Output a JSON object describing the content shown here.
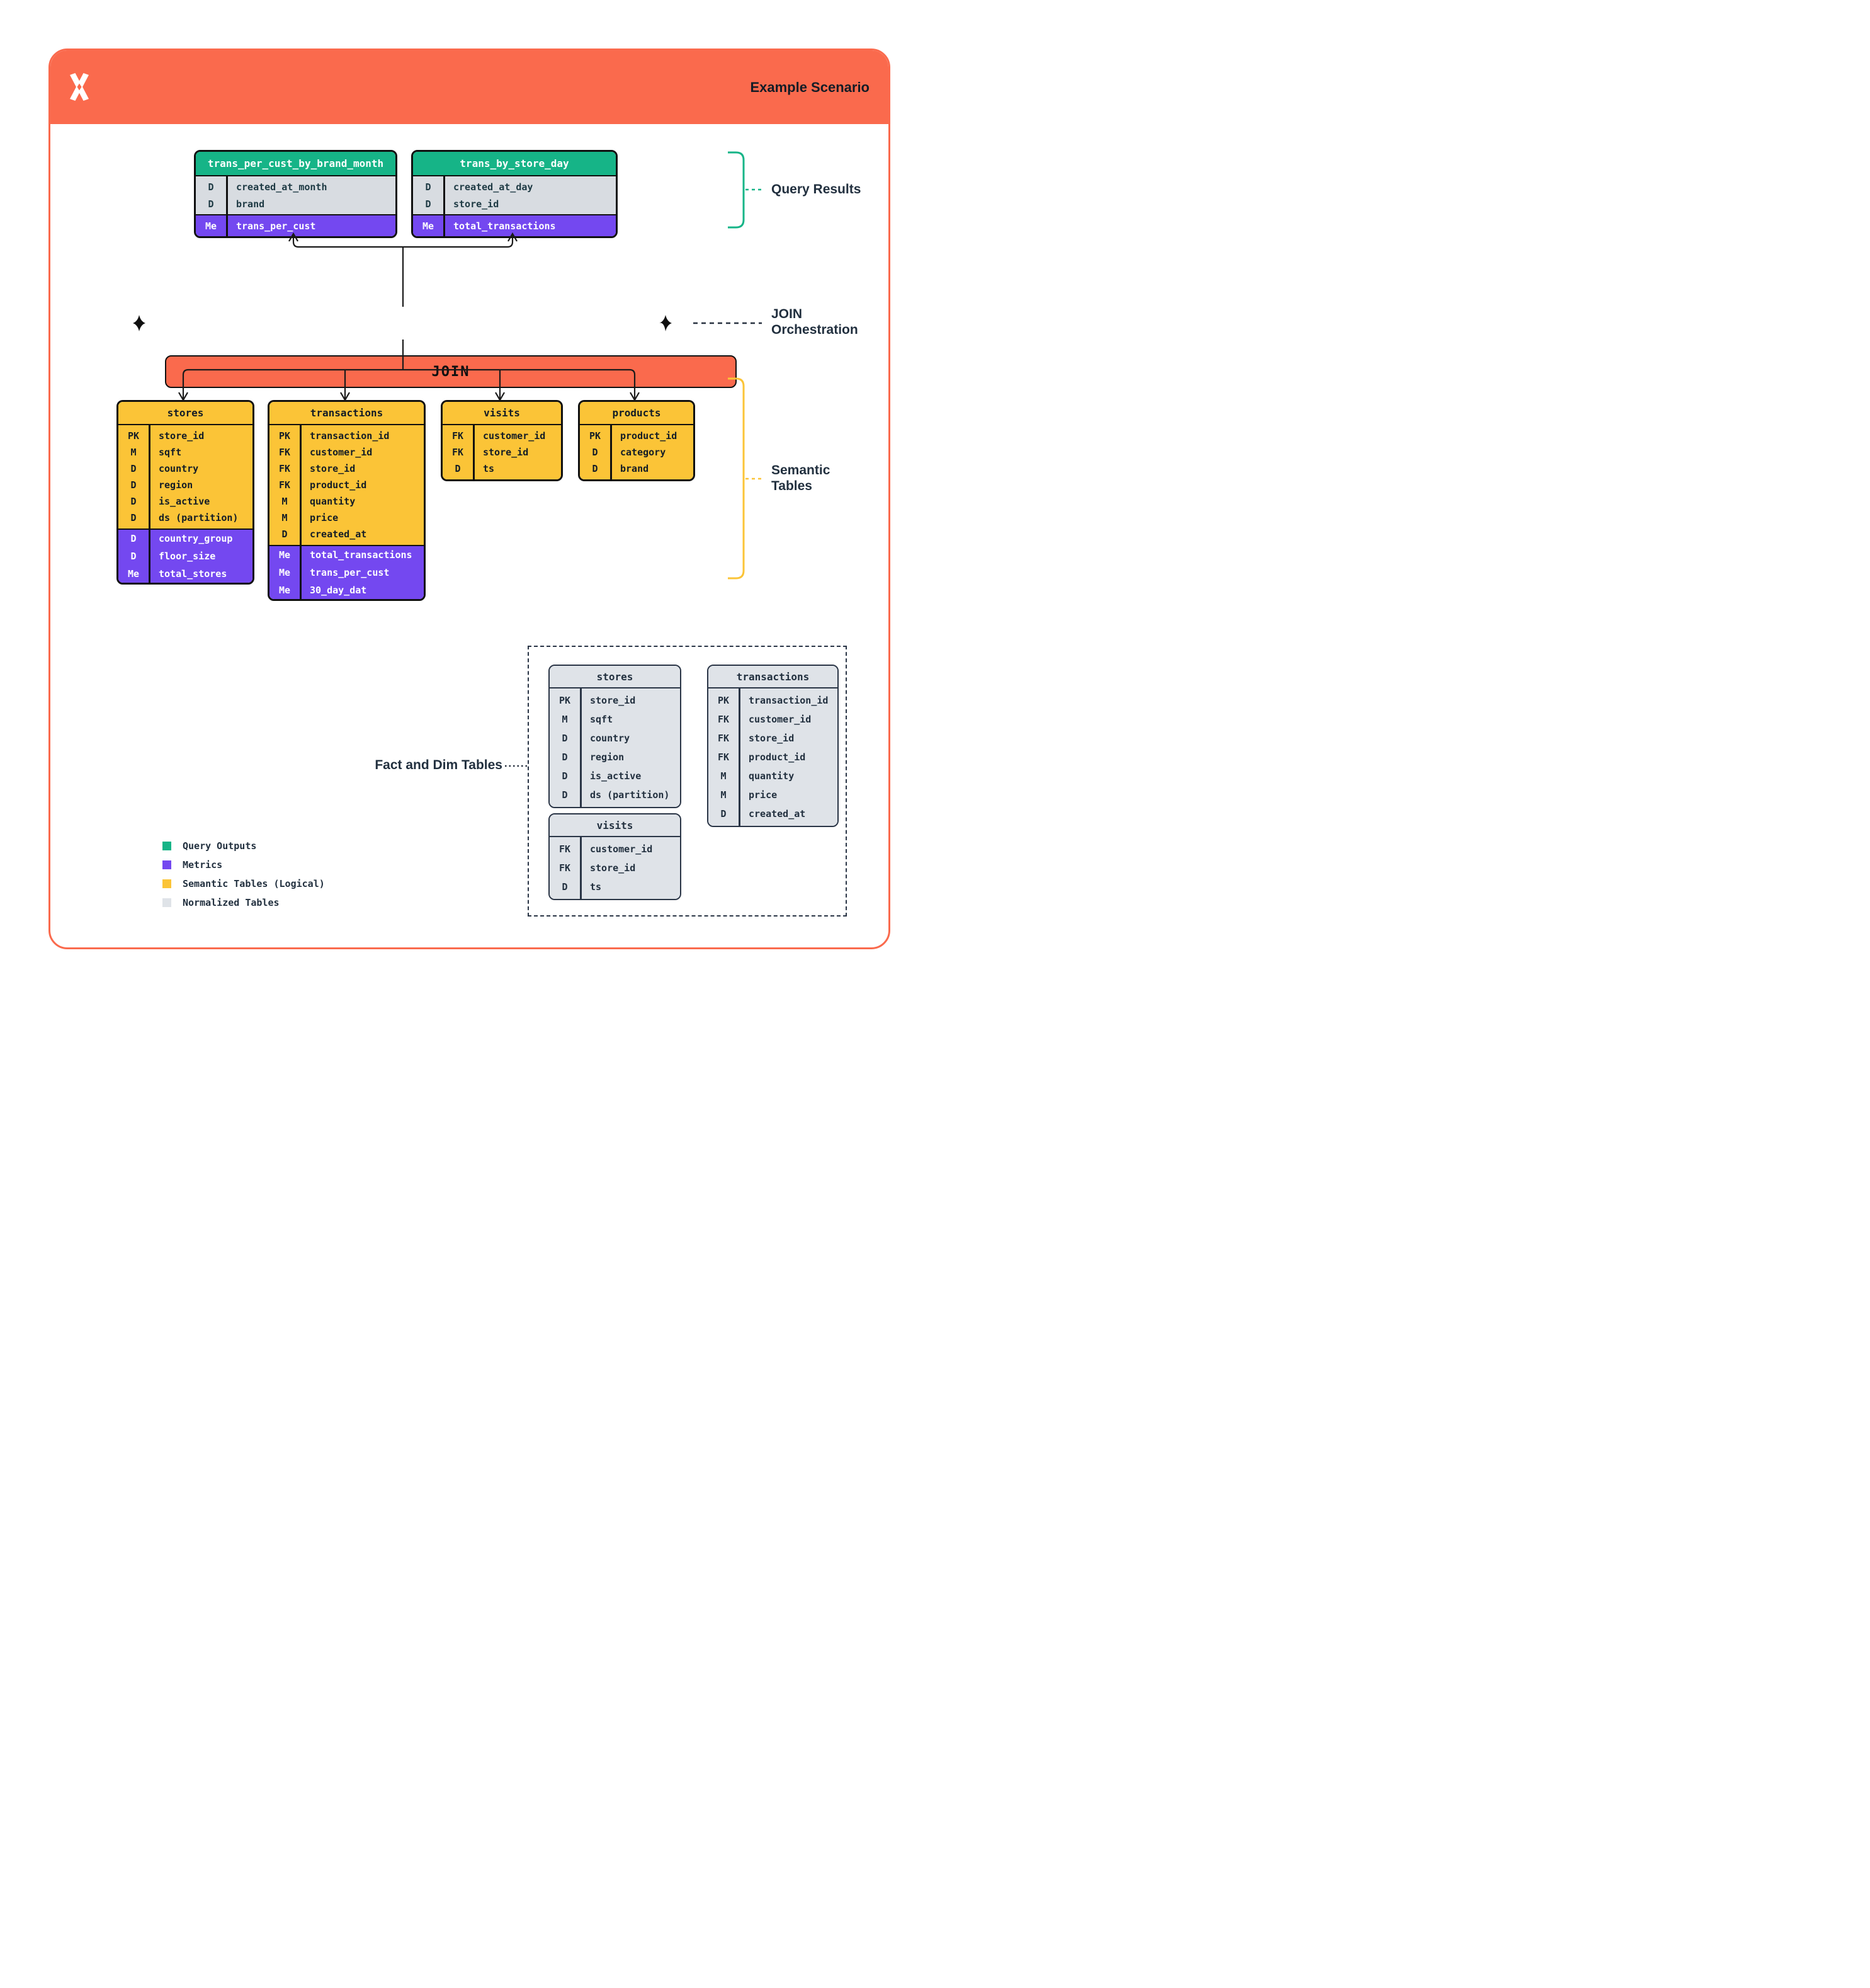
{
  "header": {
    "title": "Example Scenario"
  },
  "colors": {
    "orange": "#FA6A4D",
    "green": "#16B487",
    "purple": "#7448F0",
    "yellow": "#FBC437",
    "normalized_gray": "#DFE3E8",
    "ink": "#101010",
    "navy": "#22303F"
  },
  "join": {
    "label": "JOIN"
  },
  "annotations": {
    "query_results": "Query Results",
    "join_line1": "JOIN",
    "join_line2": "Orchestration",
    "semantic_line1": "Semantic",
    "semantic_line2": "Tables",
    "fact_dim": "Fact and Dim Tables"
  },
  "query_results_tables": [
    {
      "name": "trans_per_cust_by_brand_month",
      "dims": [
        {
          "code": "D",
          "field": "created_at_month"
        },
        {
          "code": "D",
          "field": "brand"
        }
      ],
      "metrics": [
        {
          "code": "Me",
          "field": "trans_per_cust"
        }
      ]
    },
    {
      "name": "trans_by_store_day",
      "dims": [
        {
          "code": "D",
          "field": "created_at_day"
        },
        {
          "code": "D",
          "field": "store_id"
        }
      ],
      "metrics": [
        {
          "code": "Me",
          "field": "total_transactions"
        }
      ]
    }
  ],
  "semantic_tables": [
    {
      "name": "stores",
      "fields": [
        {
          "code": "PK",
          "field": "store_id"
        },
        {
          "code": "M",
          "field": "sqft"
        },
        {
          "code": "D",
          "field": "country"
        },
        {
          "code": "D",
          "field": "region"
        },
        {
          "code": "D",
          "field": "is_active"
        },
        {
          "code": "D",
          "field": "ds (partition)"
        }
      ],
      "metrics": [
        {
          "code": "D",
          "field": "country_group"
        },
        {
          "code": "D",
          "field": "floor_size"
        },
        {
          "code": "Me",
          "field": "total_stores"
        }
      ]
    },
    {
      "name": "transactions",
      "fields": [
        {
          "code": "PK",
          "field": "transaction_id"
        },
        {
          "code": "FK",
          "field": "customer_id"
        },
        {
          "code": "FK",
          "field": "store_id"
        },
        {
          "code": "FK",
          "field": "product_id"
        },
        {
          "code": "M",
          "field": "quantity"
        },
        {
          "code": "M",
          "field": "price"
        },
        {
          "code": "D",
          "field": "created_at"
        }
      ],
      "metrics": [
        {
          "code": "Me",
          "field": "total_transactions"
        },
        {
          "code": "Me",
          "field": "trans_per_cust"
        },
        {
          "code": "Me",
          "field": "30_day_dat"
        }
      ]
    },
    {
      "name": "visits",
      "fields": [
        {
          "code": "FK",
          "field": "customer_id"
        },
        {
          "code": "FK",
          "field": "store_id"
        },
        {
          "code": "D",
          "field": "ts"
        }
      ],
      "metrics": []
    },
    {
      "name": "products",
      "fields": [
        {
          "code": "PK",
          "field": "product_id"
        },
        {
          "code": "D",
          "field": "category"
        },
        {
          "code": "D",
          "field": "brand"
        }
      ],
      "metrics": []
    }
  ],
  "normalized_tables": [
    {
      "name": "stores",
      "fields": [
        {
          "code": "PK",
          "field": "store_id"
        },
        {
          "code": "M",
          "field": "sqft"
        },
        {
          "code": "D",
          "field": "country"
        },
        {
          "code": "D",
          "field": "region"
        },
        {
          "code": "D",
          "field": "is_active"
        },
        {
          "code": "D",
          "field": "ds (partition)"
        }
      ]
    },
    {
      "name": "transactions",
      "fields": [
        {
          "code": "PK",
          "field": "transaction_id"
        },
        {
          "code": "FK",
          "field": "customer_id"
        },
        {
          "code": "FK",
          "field": "store_id"
        },
        {
          "code": "FK",
          "field": "product_id"
        },
        {
          "code": "M",
          "field": "quantity"
        },
        {
          "code": "M",
          "field": "price"
        },
        {
          "code": "D",
          "field": "created_at"
        }
      ]
    },
    {
      "name": "visits",
      "fields": [
        {
          "code": "FK",
          "field": "customer_id"
        },
        {
          "code": "FK",
          "field": "store_id"
        },
        {
          "code": "D",
          "field": "ts"
        }
      ]
    }
  ],
  "legend": [
    {
      "label": "Query Outputs",
      "color": "#16B487"
    },
    {
      "label": "Metrics",
      "color": "#7448F0"
    },
    {
      "label": "Semantic Tables (Logical)",
      "color": "#FBC437"
    },
    {
      "label": "Normalized Tables",
      "color": "#DFE3E8"
    }
  ]
}
